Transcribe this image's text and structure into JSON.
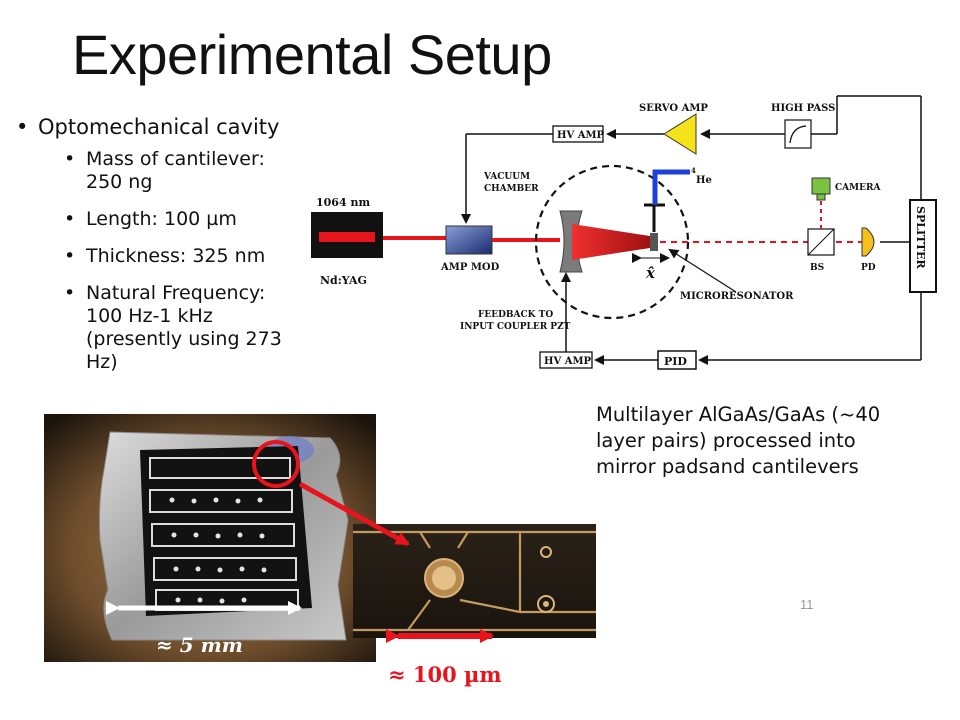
{
  "slide": {
    "title": "Experimental Setup",
    "page_number": "11"
  },
  "bullets": {
    "main": "Optomechanical cavity",
    "items": [
      "Mass of cantilever: 250 ng",
      "Length: 100 µm",
      "Thickness: 325 nm",
      "Natural Frequency: 100 Hz-1 kHz (presently using 273 Hz)"
    ]
  },
  "caption": "Multilayer AlGaAs/GaAs (~40 layer pairs) processed into mirror padsand cantilevers",
  "diagram": {
    "laser_wavelength": "1064 nm",
    "laser_name": "Nd:YAG",
    "amp_mod": "AMP MOD",
    "hv_amp_top": "HV AMP",
    "servo_amp": "SERVO AMP",
    "high_pass": "HIGH PASS",
    "vacuum_chamber_1": "VACUUM",
    "vacuum_chamber_2": "CHAMBER",
    "helium": "He",
    "helium_super": "4",
    "camera": "CAMERA",
    "splitter": "SPLITTER",
    "bs": "BS",
    "pd": "PD",
    "microresonator": "MICRORESONATOR",
    "x_hat": "x̂",
    "feedback_1": "FEEDBACK TO",
    "feedback_2": "INPUT COUPLER PZT",
    "hv_amp_bottom": "HV AMP",
    "pid": "PID"
  },
  "photos": {
    "chip_scale": "≈ 5 mm",
    "zoom_scale": "≈ 100 µm"
  },
  "colors": {
    "beam": "#e8141c",
    "servo": "#f5e31a",
    "camera": "#7cc242",
    "helium_line": "#1e3fd8",
    "marker": "#e8141c"
  }
}
